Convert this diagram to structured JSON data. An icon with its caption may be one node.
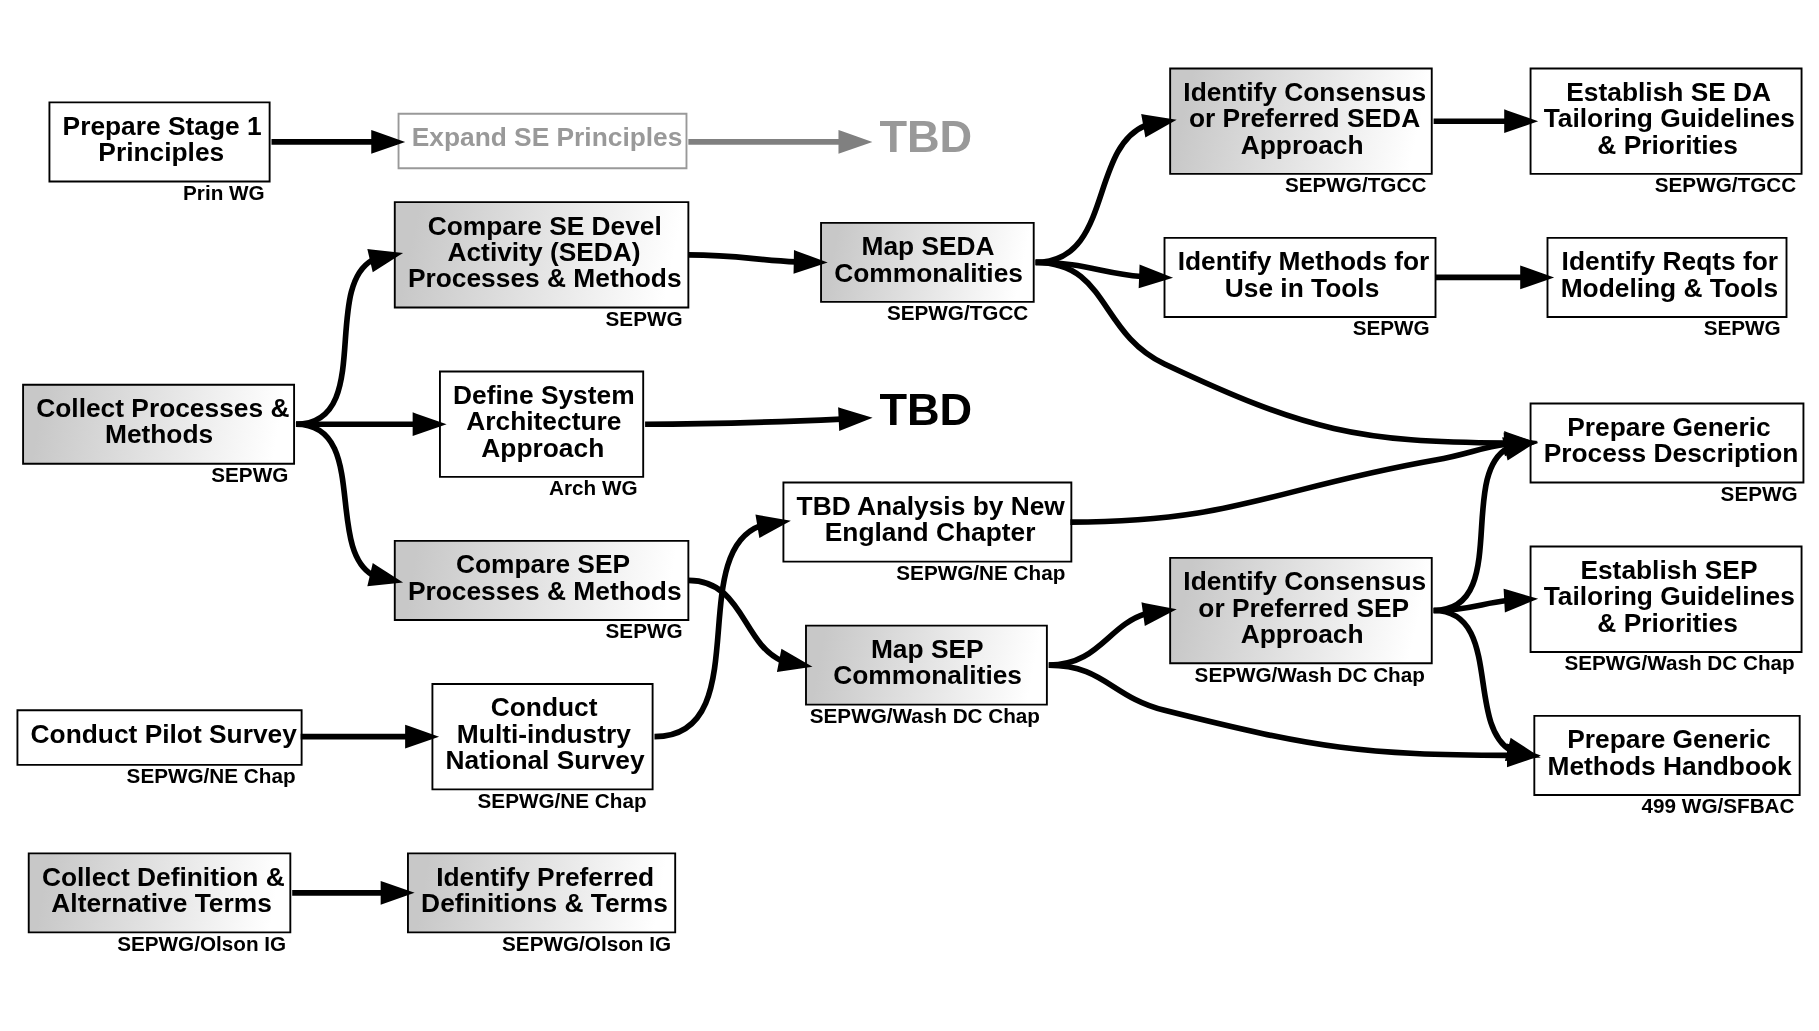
{
  "diagram": {
    "nodes": [
      {
        "text": [
          "Collect Definition & Alternative Terms"
        ],
        "beside": [
          "SEPWG/Olson IG"
        ]
      },
      {
        "text": [
          "Identify Preferred Definitions & Terms"
        ],
        "beside": [
          "SEPWG/Olson IG"
        ]
      },
      {
        "text": [
          "Collect Processes & Methods"
        ],
        "beside": [
          "SEPWG"
        ]
      },
      {
        "text": [
          "Compare SEP Processes & Methods"
        ],
        "beside": [
          "SEPWG"
        ]
      },
      {
        "text": [
          "Map SEP Commonalities"
        ],
        "beside": [
          "SEPWG/Wash DC Chap"
        ]
      },
      {
        "text": [
          "Identify Consensus or Preferred SEP Approach"
        ],
        "beside": [
          "SEPWG/Wash DC Chap"
        ]
      },
      {
        "text": [
          "Establish SEP Tailoring Guidelines & Priorities"
        ],
        "beside": [
          "SEPWG/Wash DC Chap"
        ]
      },
      {
        "text": [
          "Compare SE Devel Activity (SEDA) Processes & Methods"
        ],
        "beside": [
          "SEPWG"
        ]
      },
      {
        "text": [
          "Map SEDA Commonalities"
        ],
        "beside": [
          "SEPWG/TGCC"
        ]
      },
      {
        "text": [
          "Identify Consensus or Preferred SEDA Approach"
        ],
        "beside": [
          "SEPWG/TGCC"
        ]
      },
      {
        "text": [
          "Establish SE DA Tailoring Guidelines & Priorities"
        ],
        "beside": [
          "SEPWG/TGCC"
        ]
      },
      {
        "text": [
          "Define System Architecture Approach"
        ],
        "beside": [
          "Arch WG"
        ]
      },
      {
        "text": [
          "TBD"
        ]
      },
      {
        "text": [
          "Identify Methods for Use in Tools"
        ],
        "beside": [
          "SEPWG"
        ]
      },
      {
        "text": [
          "Identify Reqts for Modeling & Tools"
        ],
        "beside": [
          "SEPWG"
        ]
      },
      {
        "text": [
          "Conduct Pilot Survey"
        ],
        "beside": [
          "SEPWG/NE Chap"
        ]
      },
      {
        "text": [
          "Conduct Multi-industry National Survey"
        ],
        "beside": [
          "SEPWG/NE Chap"
        ]
      },
      {
        "text": [
          "TBD Analysis by New England Chapter"
        ],
        "beside": [
          "SEPWG/NE Chap"
        ]
      },
      {
        "text": [
          "Prepare Generic Process Description"
        ],
        "beside": [
          "SEPWG"
        ]
      },
      {
        "text": [
          "Prepare Stage 1 Principles"
        ],
        "beside": [
          "Prin WG"
        ]
      },
      {
        "text": [
          "Expand SE Principles"
        ]
      },
      {
        "text": [
          "TBD"
        ]
      },
      {
        "text": [
          "Prepare Generic Methods Handbook"
        ],
        "beside": [
          "499 WG/SFBAC"
        ]
      }
    ],
    "edges": [
      {
        "from": 0,
        "to": 1,
        "arrow": "to"
      },
      {
        "from": 2,
        "to": 3,
        "arrow": "to"
      },
      {
        "from": 2,
        "to": 7,
        "arrow": "to"
      },
      {
        "from": 2,
        "to": 11,
        "arrow": "to"
      },
      {
        "from": 3,
        "to": 4,
        "arrow": "to"
      },
      {
        "from": 7,
        "to": 8,
        "arrow": "to"
      },
      {
        "from": 11,
        "to": 12,
        "arrow": "to"
      },
      {
        "from": 4,
        "to": 5,
        "arrow": "to"
      },
      {
        "from": 4,
        "to": 22,
        "arrow": "to"
      },
      {
        "from": 8,
        "to": 9,
        "arrow": "to"
      },
      {
        "from": 8,
        "to": 13,
        "arrow": "to"
      },
      {
        "from": 8,
        "to": 18,
        "arrow": "to"
      },
      {
        "from": 5,
        "to": 6,
        "arrow": "to"
      },
      {
        "from": 5,
        "to": 18,
        "arrow": "to"
      },
      {
        "from": 5,
        "to": 22,
        "arrow": "to"
      },
      {
        "from": 9,
        "to": 10,
        "arrow": "to"
      },
      {
        "from": 13,
        "to": 14,
        "arrow": "to"
      },
      {
        "from": 15,
        "to": 16,
        "arrow": "to"
      },
      {
        "from": 16,
        "to": 17,
        "arrow": "to"
      },
      {
        "from": 17,
        "to": 18,
        "arrow": "to"
      },
      {
        "from": 19,
        "to": 20,
        "arrow": "to"
      },
      {
        "from": 20,
        "to": 21,
        "arrow": "to",
        "color": "#808080"
      }
    ]
  }
}
